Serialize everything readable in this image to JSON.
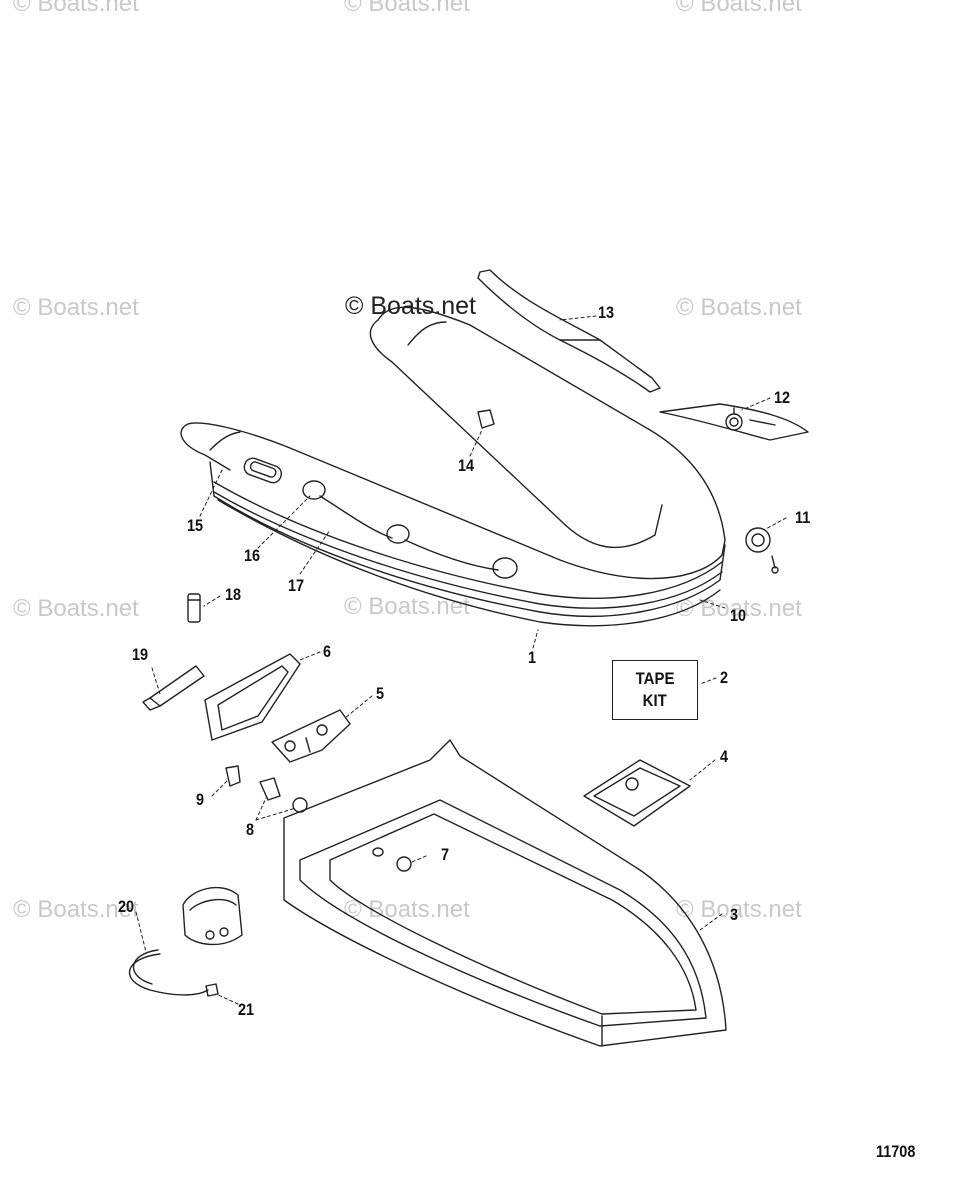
{
  "watermarks": {
    "main": "© Boats.net",
    "repeat": "© Boats.net"
  },
  "callouts": {
    "c1": "1",
    "c2": "2",
    "c3": "3",
    "c4": "4",
    "c5": "5",
    "c6": "6",
    "c7": "7",
    "c8": "8",
    "c9": "9",
    "c10": "10",
    "c11": "11",
    "c12": "12",
    "c13": "13",
    "c14": "14",
    "c15": "15",
    "c16": "16",
    "c17": "17",
    "c18": "18",
    "c19": "19",
    "c20": "20",
    "c21": "21"
  },
  "tape_kit": {
    "line1": "TAPE",
    "line2": "KIT"
  },
  "figure_number": "11708",
  "colors": {
    "line": "#222222",
    "watermark": "#c9c9c9",
    "background": "#ffffff"
  }
}
